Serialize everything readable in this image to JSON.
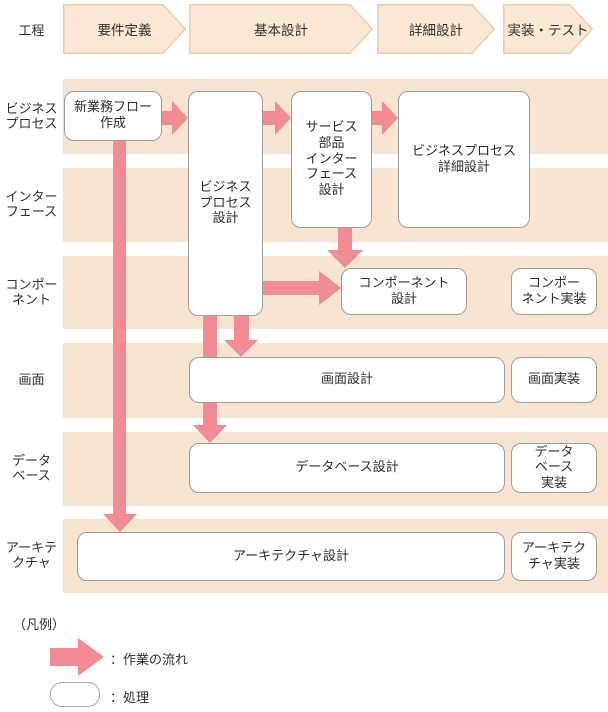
{
  "colors": {
    "accent_pink": "#f28b92",
    "lane_band": "#f7e4d1",
    "phase_fill": "#fce8d4",
    "phase_border": "#edceaa",
    "box_border": "#9e9e9e",
    "text": "#2e2e2e"
  },
  "header": {
    "label": "工程",
    "phases": [
      "要件定義",
      "基本設計",
      "詳細設計",
      "実装・テスト"
    ]
  },
  "lanes": [
    {
      "label_lines": [
        "ビジネス",
        "プロセス"
      ]
    },
    {
      "label_lines": [
        "インター",
        "フェース"
      ]
    },
    {
      "label_lines": [
        "コンポー",
        "ネント"
      ]
    },
    {
      "label_lines": [
        "画面"
      ]
    },
    {
      "label_lines": [
        "データ",
        "ベース"
      ]
    },
    {
      "label_lines": [
        "アーキテ",
        "クチャ"
      ]
    }
  ],
  "boxes": {
    "new_flow": {
      "lines": [
        "新業務フロー",
        "作成"
      ]
    },
    "bp_design": {
      "lines": [
        "ビジネス",
        "プロセス",
        "設計"
      ]
    },
    "service_if_design": {
      "lines": [
        "サービス",
        "部品",
        "インター",
        "フェース",
        "設計"
      ]
    },
    "bp_detail_design": {
      "lines": [
        "ビジネスプロセス",
        "詳細設計"
      ]
    },
    "component_design": {
      "lines": [
        "コンポーネント",
        "設計"
      ]
    },
    "component_impl": {
      "lines": [
        "コンポー",
        "ネント実装"
      ]
    },
    "screen_design": {
      "lines": [
        "画面設計"
      ]
    },
    "screen_impl": {
      "lines": [
        "画面実装"
      ]
    },
    "db_design": {
      "lines": [
        "データベース設計"
      ]
    },
    "db_impl": {
      "lines": [
        "データ",
        "ベース",
        "実装"
      ]
    },
    "arch_design": {
      "lines": [
        "アーキテクチャ設計"
      ]
    },
    "arch_impl": {
      "lines": [
        "アーキテク",
        "チャ実装"
      ]
    }
  },
  "legend": {
    "title": "（凡例）",
    "flow_label": "：作業の流れ",
    "process_label": "：処理"
  }
}
